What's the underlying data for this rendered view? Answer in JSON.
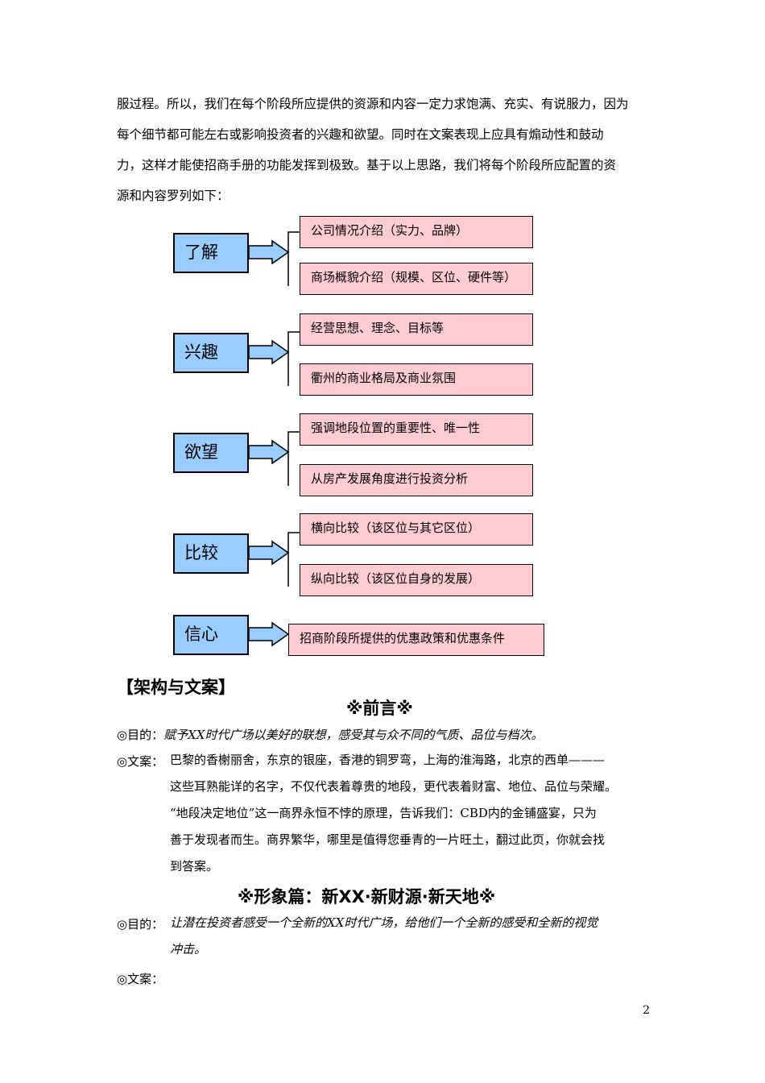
{
  "intro_lines": [
    "服过程。所以，我们在每个阶段所应提供的资源和内容一定力求饱满、充实、有说服力，因为",
    "每个细节都可能左右或影响投资者的兴趣和欲望。同时在文案表现上应具有煽动性和鼓动",
    "力，这样才能使招商手册的功能发挥到极致。基于以上思路，我们将每个阶段所应配置的资",
    "源和内容罗列如下："
  ],
  "stages": [
    {
      "label": "了解",
      "items": [
        "公司情况介绍（实力、品牌）",
        "商场概貌介绍（规模、区位、硬件等）"
      ]
    },
    {
      "label": "兴趣",
      "items": [
        "经营思想、理念、目标等",
        "衢州的商业格局及商业氛围"
      ]
    },
    {
      "label": "欲望",
      "items": [
        "强调地段位置的重要性、唯一性",
        "从房产发展角度进行投资分析"
      ]
    },
    {
      "label": "比较",
      "items": [
        "横向比较（该区位与其它区位）",
        "纵向比较（该区位自身的发展）"
      ]
    },
    {
      "label": "信心",
      "items": [
        "招商阶段所提供的优惠政策和优惠条件"
      ]
    }
  ],
  "section_title": "【架构与文案】",
  "preface": {
    "title": "※前言※",
    "purpose_label": "◎目的：",
    "purpose_text": "赋予XX时代广场以美好的联想，感受其与众不同的气质、品位与档次。",
    "copy_label": "◎文案：",
    "copy_lines": [
      "巴黎的香榭丽舍，东京的银座，香港的铜罗弯，上海的淮海路，北京的西单———",
      "这些耳熟能详的名字，不仅代表着尊贵的地段，更代表着财富、地位、品位与荣耀。",
      "“地段决定地位”这一商界永恒不悖的原理，告诉我们：CBD内的金铺盛宴，只为",
      "善于发现者而生。商界繁华，哪里是值得您垂青的一片旺土，翻过此页，你就会找",
      "到答案。"
    ]
  },
  "image_section": {
    "title": "※形象篇：新XX·新财源·新天地※",
    "purpose_label": "◎目的：",
    "purpose_lines": [
      "让潜在投资者感受一个全新的XX时代广场，给他们一个全新的感受和全新的视觉",
      "冲击。"
    ],
    "copy_label": "◎文案："
  },
  "page_number": "2",
  "colors": {
    "stage_fill": "#99ccff",
    "item_fill": "#ffccd3"
  }
}
